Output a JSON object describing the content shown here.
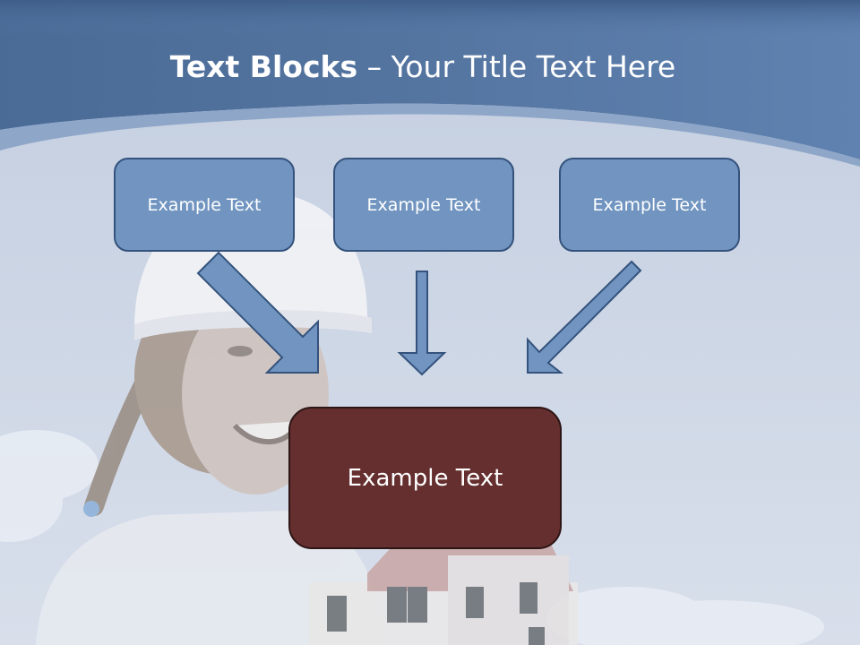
{
  "title": {
    "bold": "Text Blocks",
    "dash": " – ",
    "rest": "Your Title Text Here"
  },
  "boxes": {
    "left": "Example Text",
    "middle": "Example Text",
    "right": "Example Text",
    "center": "Example Text"
  },
  "colors": {
    "header_band": "#4f6f9a",
    "top_box_fill": "#7195c0",
    "top_box_border": "#34527c",
    "center_box_fill": "#662f2f",
    "arrow_fill": "#7195c0"
  }
}
